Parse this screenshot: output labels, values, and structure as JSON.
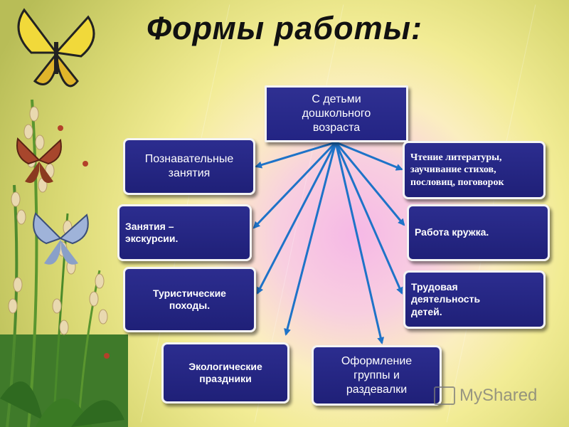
{
  "title": "Формы работы:",
  "center": "С детьми\nдошкольного\nвозраста",
  "nodes": {
    "cognitive": "Познавательные\nзанятия",
    "excursions": "Занятия –\nэкскурсии.",
    "hikes": "Туристические\nпоходы.",
    "eco": "Экологические\nпраздники",
    "decor": "Оформление\nгруппы и\nраздевалки",
    "labor": "Трудовая\nдеятельность\nдетей.",
    "club": "Работа кружка.",
    "reading": "Чтение литературы,\nзаучивание стихов,\nпословиц, поговорок"
  },
  "watermark": "MyShared",
  "colors": {
    "node_fill": "#22237f",
    "node_border": "#f4f4f4",
    "arrow": "#1e73c8",
    "title": "#111111"
  },
  "icons": [
    "butterfly-icon",
    "flower-plant-icon"
  ]
}
